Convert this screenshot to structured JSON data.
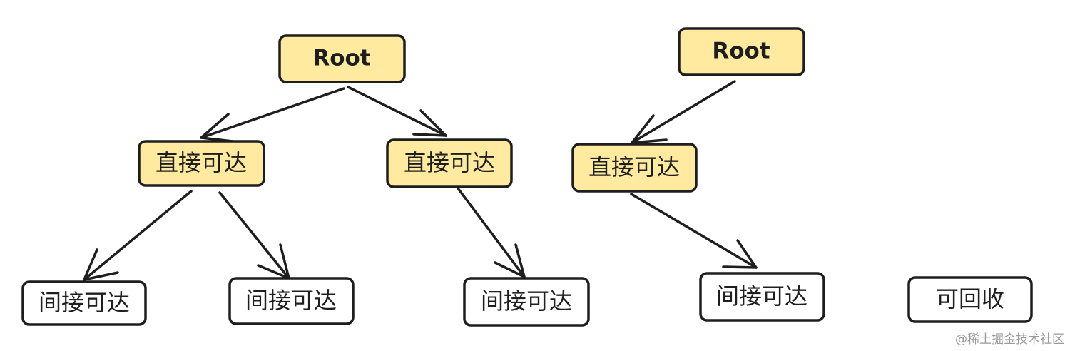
{
  "nodes": {
    "root_left": "Root",
    "root_right": "Root",
    "direct_1": "直接可达",
    "direct_2": "直接可达",
    "direct_3": "直接可达",
    "indirect_1": "间接可达",
    "indirect_2": "间接可达",
    "indirect_3": "间接可达",
    "indirect_4": "间接可达",
    "collectable": "可回收"
  },
  "watermark": "@稀土掘金技术社区",
  "colors": {
    "reachable_fill": "#ffeaa0",
    "unreached_fill": "#ffffff",
    "stroke": "#1e1e1e"
  }
}
